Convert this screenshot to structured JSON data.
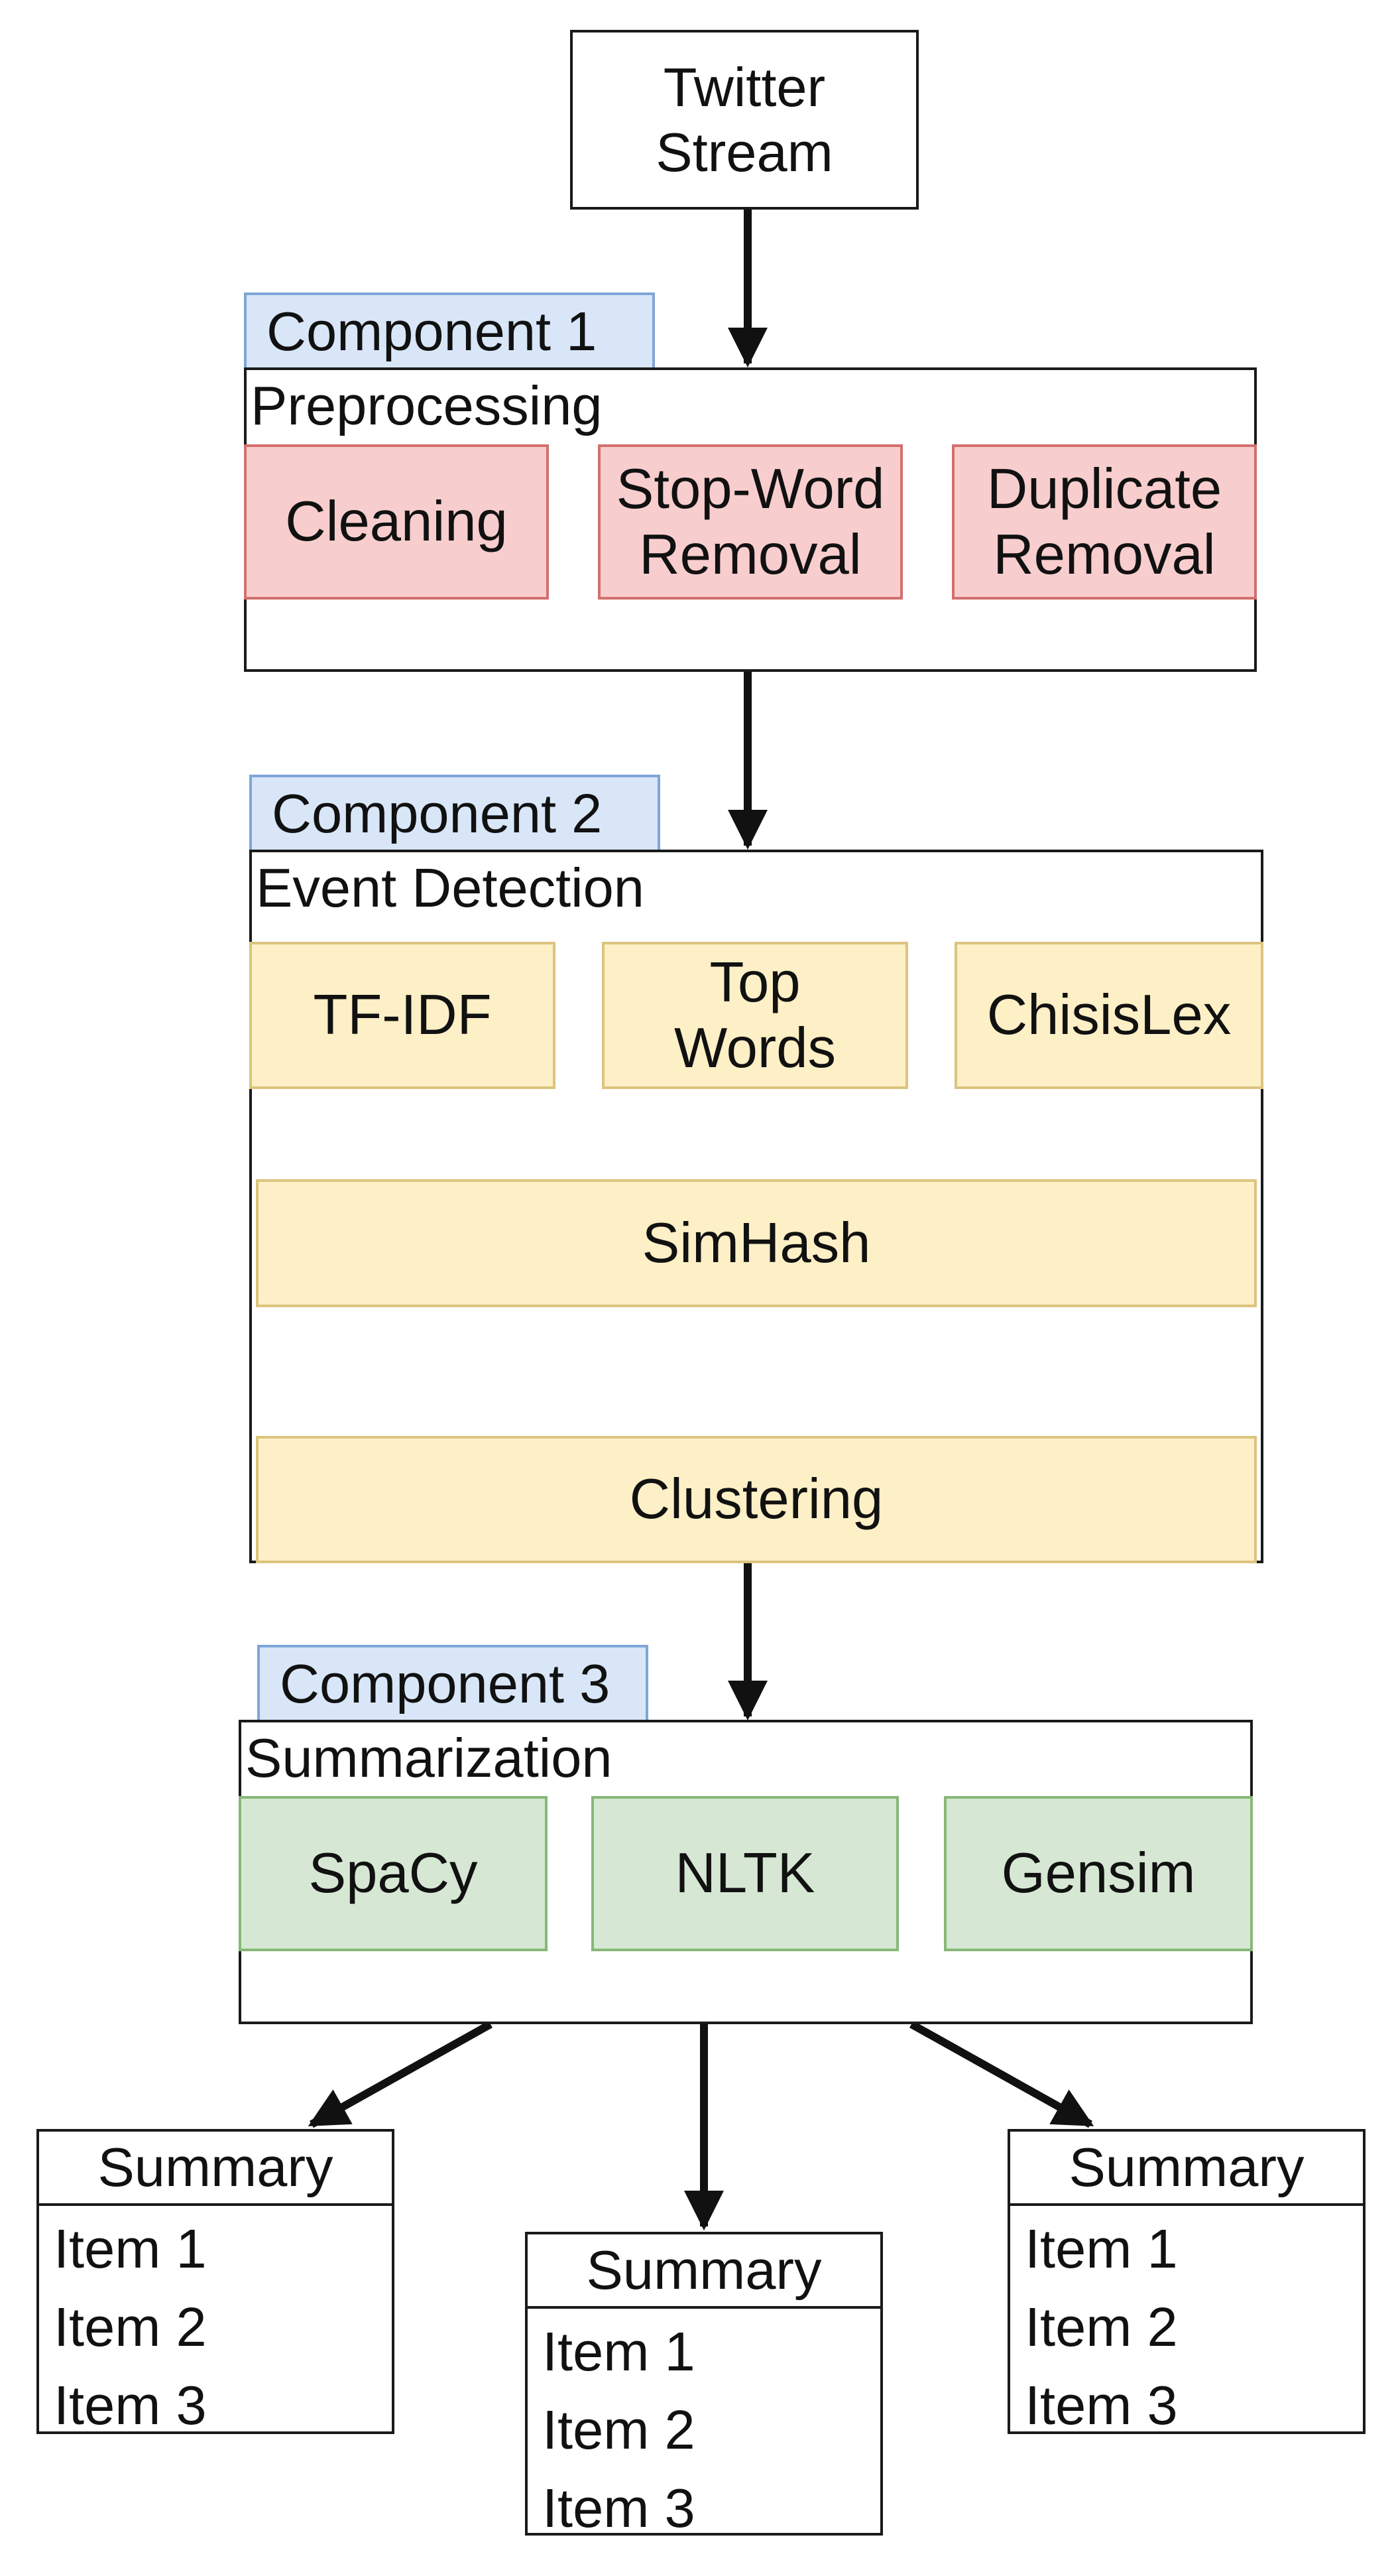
{
  "source": {
    "label": "Twitter\nStream"
  },
  "components": [
    {
      "tag": "Component 1",
      "title": "Preprocessing",
      "steps": [
        "Cleaning",
        "Stop-Word\nRemoval",
        "Duplicate\nRemoval"
      ]
    },
    {
      "tag": "Component 2",
      "title": "Event Detection",
      "steps": [
        "TF-IDF",
        "Top\nWords",
        "ChisisLex",
        "SimHash",
        "Clustering"
      ]
    },
    {
      "tag": "Component 3",
      "title": "Summarization",
      "steps": [
        "SpaCy",
        "NLTK",
        "Gensim"
      ]
    }
  ],
  "summaries": [
    {
      "header": "Summary",
      "items": [
        "Item 1",
        "Item 2",
        "Item 3"
      ]
    },
    {
      "header": "Summary",
      "items": [
        "Item 1",
        "Item 2",
        "Item 3"
      ]
    },
    {
      "header": "Summary",
      "items": [
        "Item 1",
        "Item 2",
        "Item 3"
      ]
    }
  ],
  "colors": {
    "component_tag_fill": "#d8e6f8",
    "component_tag_border": "#7ea6d8",
    "preprocessing_fill": "#f8cdcd",
    "preprocessing_border": "#d2706e",
    "event_detection_fill": "#fdefc6",
    "event_detection_border": "#dcc47e",
    "summarization_fill": "#d6e8d4",
    "summarization_border": "#86b877",
    "line": "#111111"
  }
}
